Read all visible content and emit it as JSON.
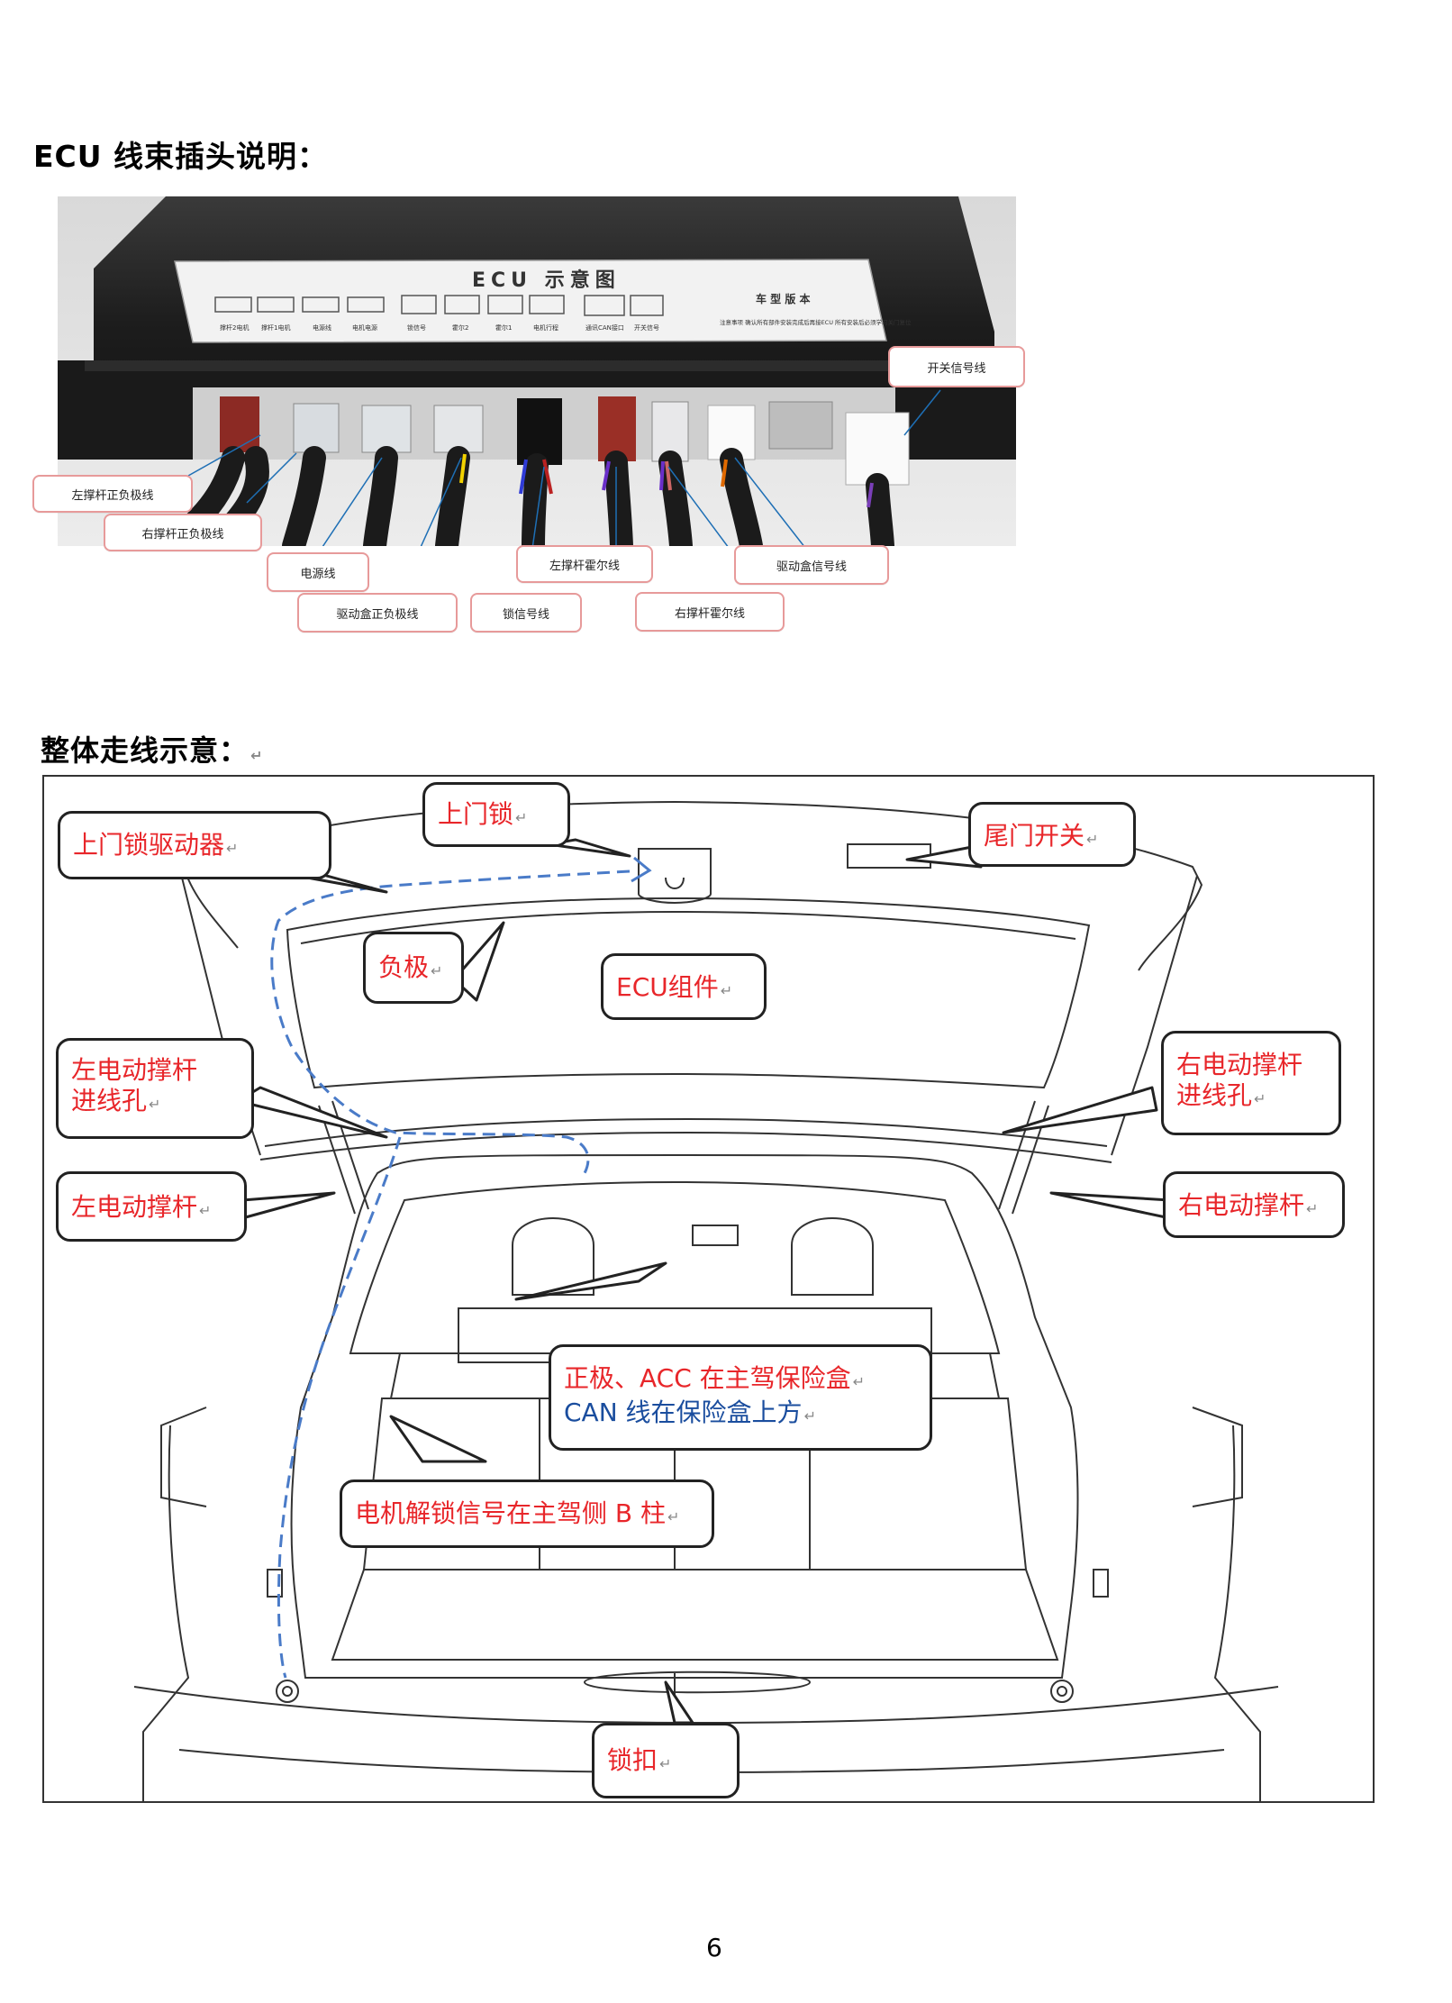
{
  "section1": {
    "title": "ECU 线束插头说明："
  },
  "ecu_photo": {
    "panel_title": "ECU 示意图",
    "version_label": "车 型 版 本",
    "connector_labels": [
      "撑杆2电机",
      "撑杆1电机",
      "电源线",
      "电机电源",
      "锁信号",
      "霍尔2",
      "霍尔1",
      "电机行程",
      "通讯CAN接口",
      "开关信号"
    ],
    "notes": "注意事项 确认所有部件安装完成后再接ECU 所有安装后必须学习关门复位",
    "labels": {
      "left_strut_power": "左撑杆正负极线",
      "right_strut_power": "右撑杆正负极线",
      "power_line": "电源线",
      "drive_box_power": "驱动盒正负极线",
      "lock_signal": "锁信号线",
      "left_hall": "左撑杆霍尔线",
      "right_hall": "右撑杆霍尔线",
      "drive_box_signal": "驱动盒信号线",
      "switch_signal": "开关信号线"
    }
  },
  "section2": {
    "title": "整体走线示意：",
    "mark": "↵"
  },
  "diagram": {
    "callouts": {
      "upper_lock_driver": "上门锁驱动器",
      "upper_lock": "上门锁",
      "tail_switch": "尾门开关",
      "negative": "负极",
      "ecu_unit": "ECU组件",
      "left_hole_1": "左电动撑杆",
      "left_hole_2": "进线孔",
      "right_hole_1": "右电动撑杆",
      "right_hole_2": "进线孔",
      "left_strut": "左电动撑杆",
      "right_strut": "右电动撑杆",
      "positive_acc": "正极、ACC 在主驾保险盒",
      "can_line": "CAN 线在保险盒上方",
      "motor_unlock": "电机解锁信号在主驾侧 B 柱",
      "latch": "锁扣"
    },
    "mark": "↵"
  },
  "page_number": "6"
}
